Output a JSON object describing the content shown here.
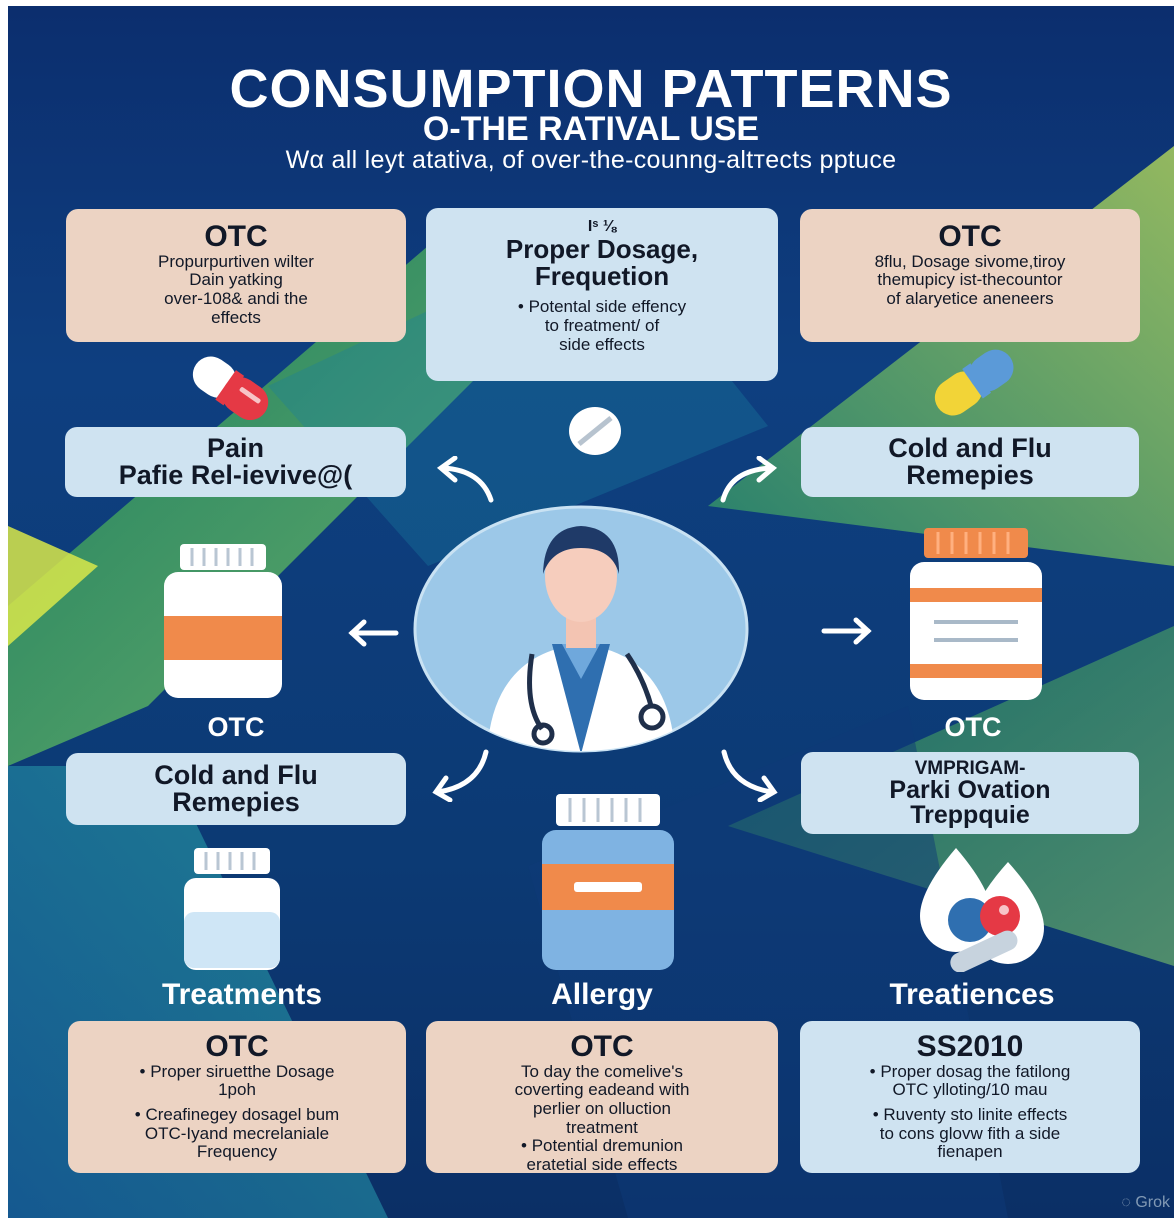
{
  "header": {
    "title": "CONSUMPTION PATTERNS",
    "subtitle": "O-THE RATIVAL USE",
    "tagline": "Wα all leyt atativa, of over-the-counng-altтects pptuce"
  },
  "top_cards": [
    {
      "heading": "OTC",
      "lines": [
        "Propurpurtiven wilter",
        "Dain yatking",
        "over-108& andi the",
        "effects"
      ]
    },
    {
      "pre": "Iˢ ⅛",
      "heading_lines": [
        "Proper Dosage,",
        "Frequetion"
      ],
      "lines": [
        "• Potental side effency",
        "to freatment/ of",
        "side effects"
      ]
    },
    {
      "heading": "OTC",
      "lines": [
        "8flu, Dosage sivome,tiroy",
        "themupicy ist-thecountor",
        "of alaryetice aneneers"
      ]
    }
  ],
  "labels": {
    "pain": [
      "Pain",
      "Pafie Rel-ievive@("
    ],
    "cold_top": [
      "Cold and Flu",
      "Remepies"
    ],
    "cold_mid": [
      "Cold and Flu",
      "Remepies"
    ],
    "vapr": [
      "VMPRIGAM-",
      "Parki Ovation",
      "Treppquie"
    ]
  },
  "otc_tags": {
    "left": "OTC",
    "right": "OTC"
  },
  "sections": {
    "treatments": "Treatments",
    "allergy": "Allergy",
    "treatiences": "Treatiences"
  },
  "bottom_cards": [
    {
      "heading": "OTC",
      "lines": [
        "• Proper siruetthe Dosage",
        "1poh",
        "• Creafinegey dosagel bum",
        "OTC-Iyand mecrelaniale",
        "Frequency"
      ]
    },
    {
      "heading": "OTC",
      "lines": [
        "To day the comelive's",
        "coverting eadeand with",
        "perlier on olluction",
        "treatment",
        "• Potential dremunion",
        "eratetial side effects"
      ]
    },
    {
      "heading": "SS2010",
      "lines": [
        "• Proper dosag the fatilong",
        "OTC ylloting/10 mau",
        "• Ruventy sto linite effects",
        "to cons glovw fith a side",
        "fienapen"
      ]
    }
  ],
  "watermark": "Grok",
  "colors": {
    "peach": "#ecd3c3",
    "light_blue": "#cfe3f1",
    "orange": "#f08a4b",
    "navy": "#0c2e6e"
  }
}
